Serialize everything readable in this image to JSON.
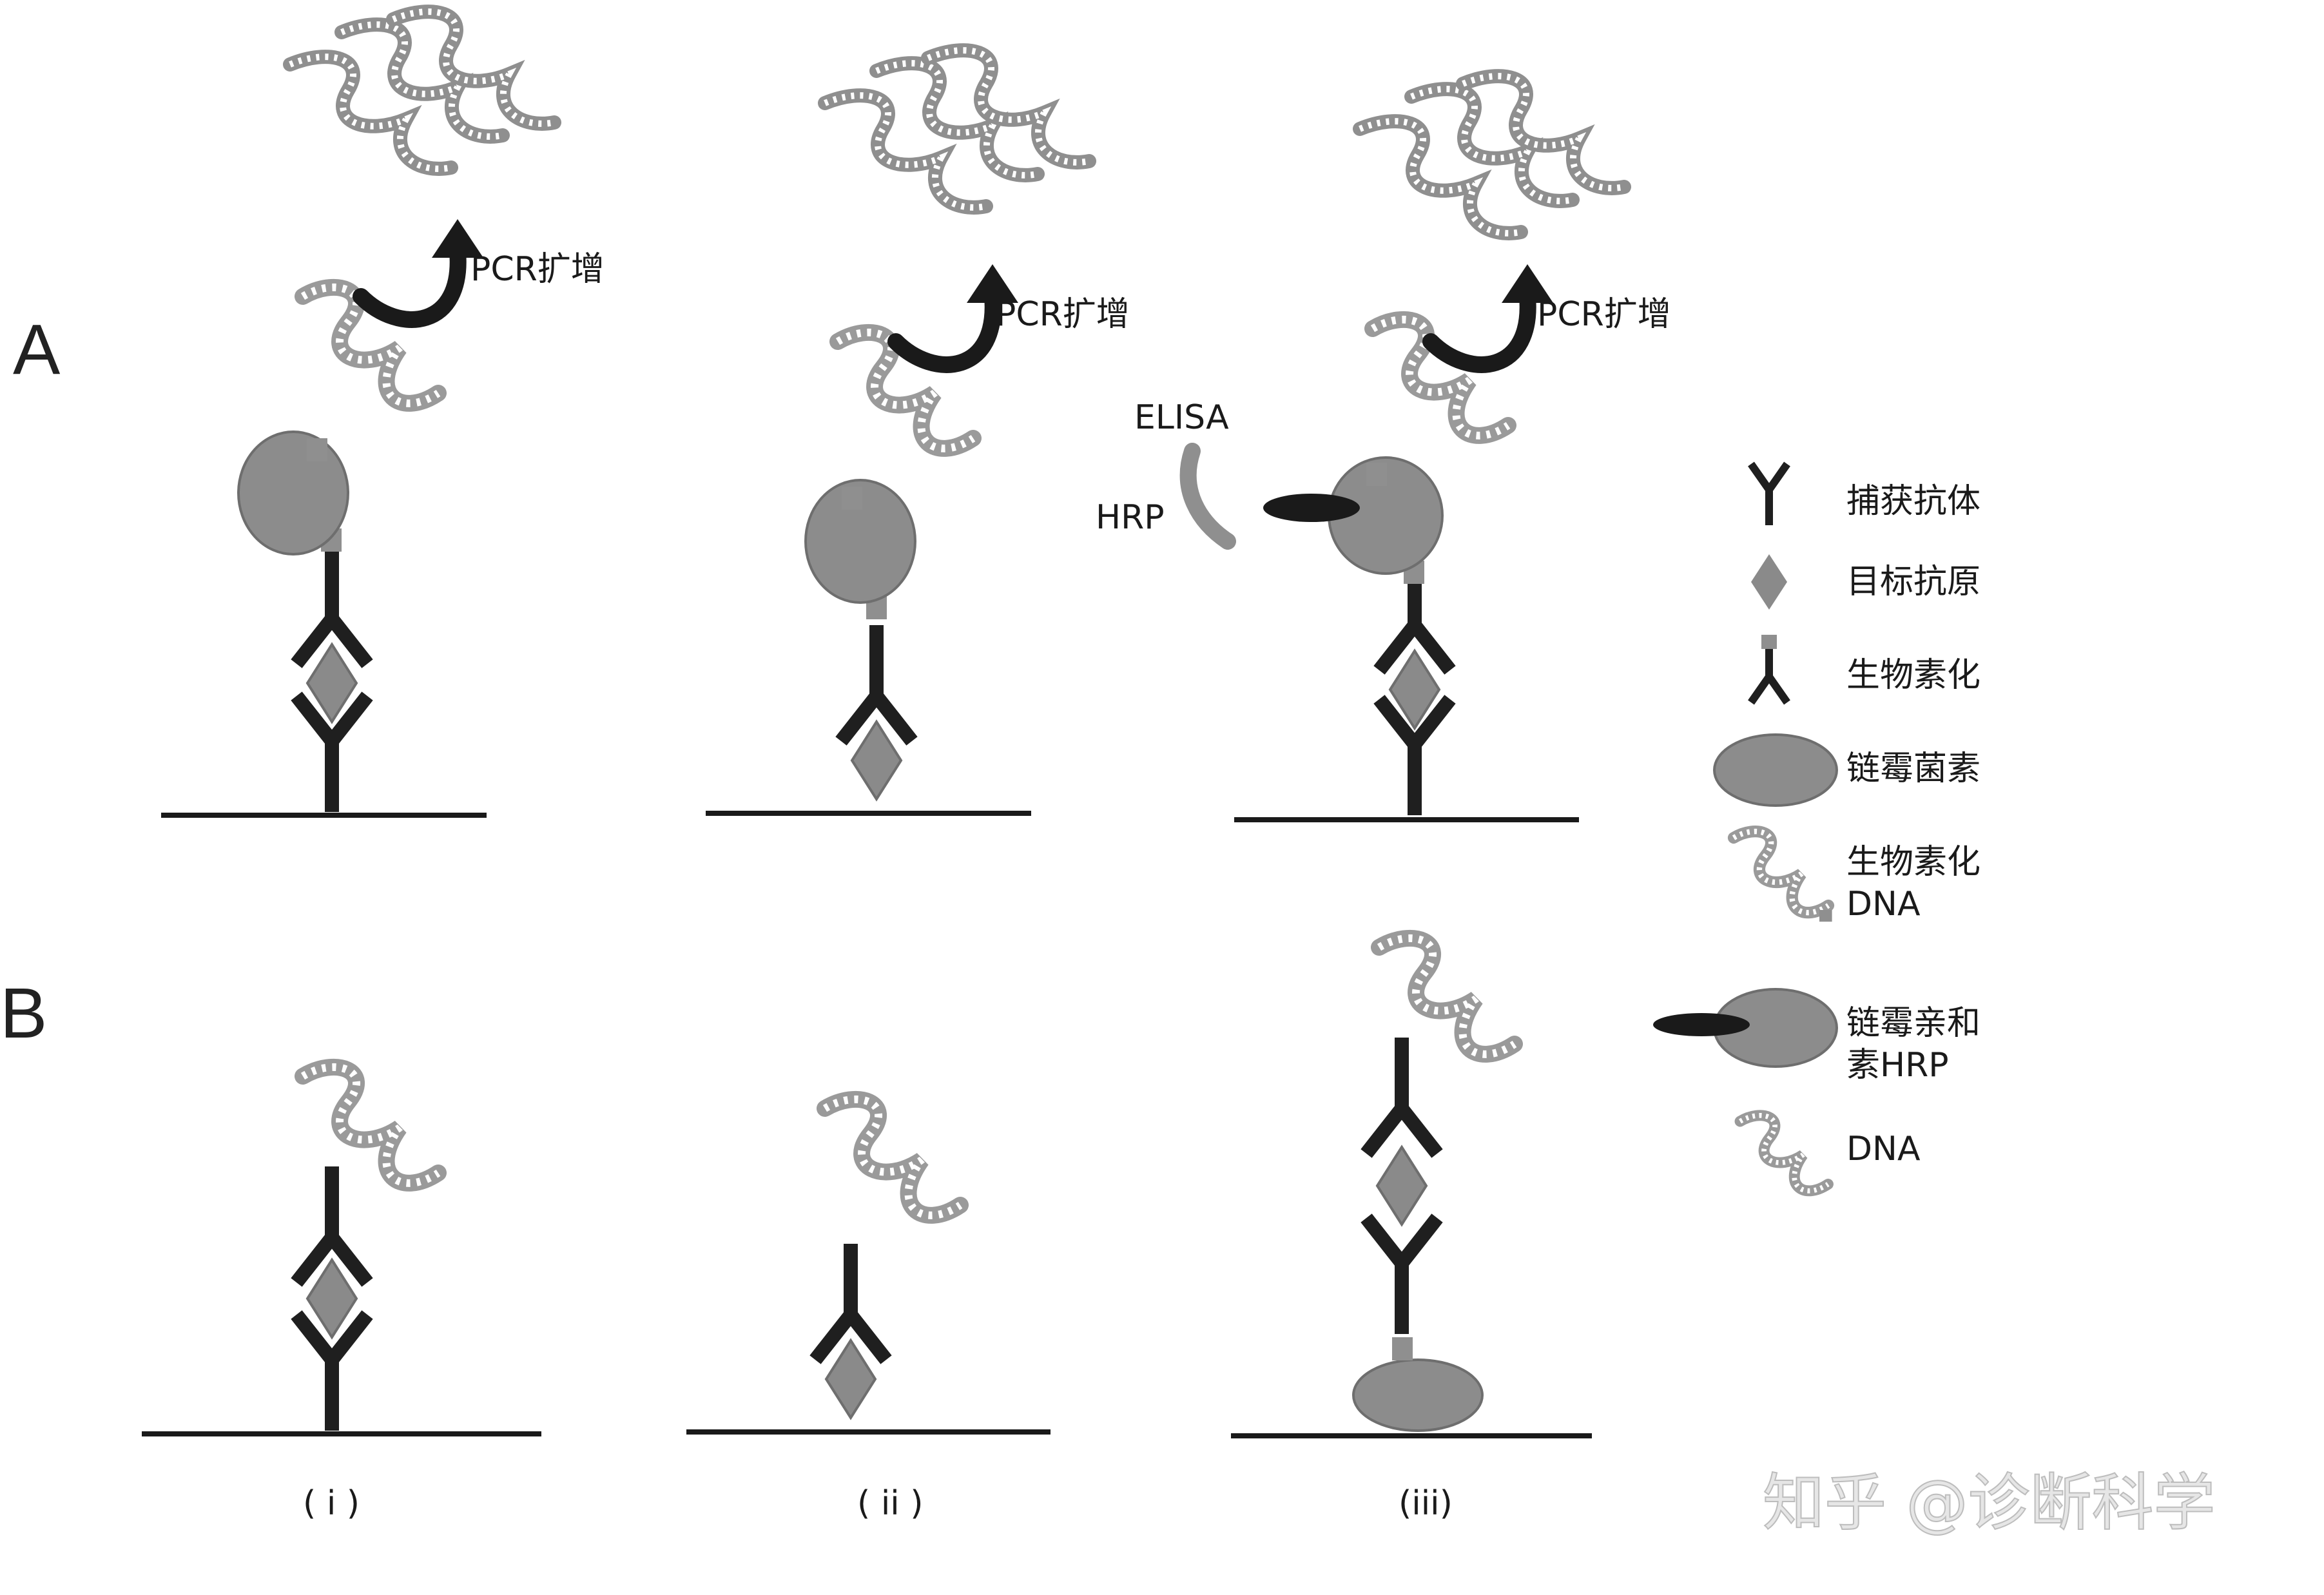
{
  "panels": {
    "A": "A",
    "B": "B"
  },
  "pcr_label": "PCR扩增",
  "elisa_label": "ELISA",
  "hrp_label": "HRP",
  "columns": [
    "( i )",
    "( ii )",
    "(iii)"
  ],
  "legend": [
    {
      "icon": "capture-antibody-icon",
      "label": "捕获抗体"
    },
    {
      "icon": "target-antigen-icon",
      "label": "目标抗原"
    },
    {
      "icon": "biotinylated-antibody-icon",
      "label": "生物素化"
    },
    {
      "icon": "streptavidin-icon",
      "label": "链霉菌素"
    },
    {
      "icon": "biotinylated-dna-icon",
      "label": "生物素化",
      "label2": "DNA"
    },
    {
      "icon": "streptavidin-hrp-icon",
      "label": "链霉亲和",
      "label2": "素HRP"
    },
    {
      "icon": "dna-icon",
      "label": "DNA"
    }
  ],
  "watermark": "知乎 @诊断科学",
  "colors": {
    "antibody": "#1f1f1f",
    "antigen": "#8a8a8a",
    "streptavidin": "#8c8c8c",
    "biotin": "#8f8f8f",
    "dna_stroke": "#9a9a9a",
    "hrp": "#1a1a1a"
  }
}
